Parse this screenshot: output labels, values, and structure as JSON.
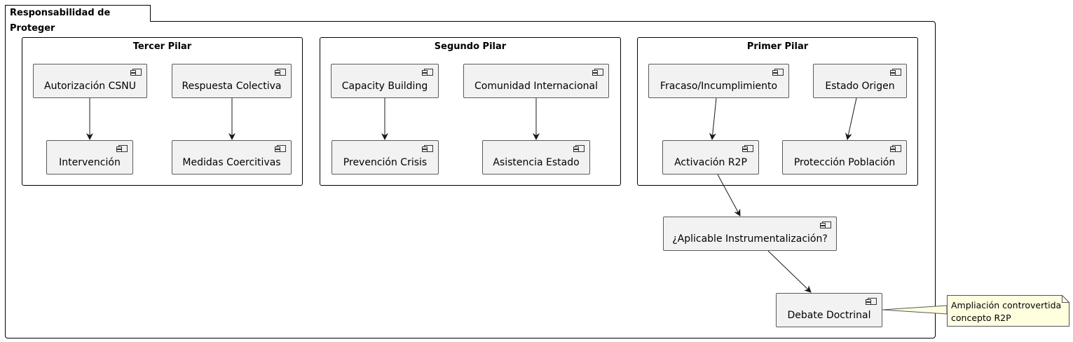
{
  "package": {
    "title": "Responsabilidad de Proteger"
  },
  "pillars": {
    "third": {
      "title": "Tercer Pilar"
    },
    "second": {
      "title": "Segundo Pilar"
    },
    "first": {
      "title": "Primer Pilar"
    }
  },
  "components": {
    "autorizacion_csnu": "Autorización CSNU",
    "respuesta_colectiva": "Respuesta Colectiva",
    "intervencion": "Intervención",
    "medidas_coercitivas": "Medidas Coercitivas",
    "capacity_building": "Capacity Building",
    "comunidad_internacional": "Comunidad Internacional",
    "prevencion_crisis": "Prevención Crisis",
    "asistencia_estado": "Asistencia Estado",
    "fracaso_incumplimiento": "Fracaso/Incumplimiento",
    "estado_origen": "Estado Origen",
    "activacion_r2p": "Activación R2P",
    "proteccion_poblacion": "Protección Población",
    "aplicable_instrumentalizacion": "¿Aplicable Instrumentalización?",
    "debate_doctrinal": "Debate Doctrinal"
  },
  "note": {
    "line1": "Ampliación controvertida",
    "line2": "concepto R2P",
    "color": "#ffffe0"
  },
  "relations": [
    {
      "from": "Autorización CSNU",
      "to": "Intervención"
    },
    {
      "from": "Respuesta Colectiva",
      "to": "Medidas Coercitivas"
    },
    {
      "from": "Capacity Building",
      "to": "Prevención Crisis"
    },
    {
      "from": "Comunidad Internacional",
      "to": "Asistencia Estado"
    },
    {
      "from": "Fracaso/Incumplimiento",
      "to": "Activación R2P"
    },
    {
      "from": "Estado Origen",
      "to": "Protección Población"
    },
    {
      "from": "Activación R2P",
      "to": "¿Aplicable Instrumentalización?"
    },
    {
      "from": "¿Aplicable Instrumentalización?",
      "to": "Debate Doctrinal"
    }
  ]
}
